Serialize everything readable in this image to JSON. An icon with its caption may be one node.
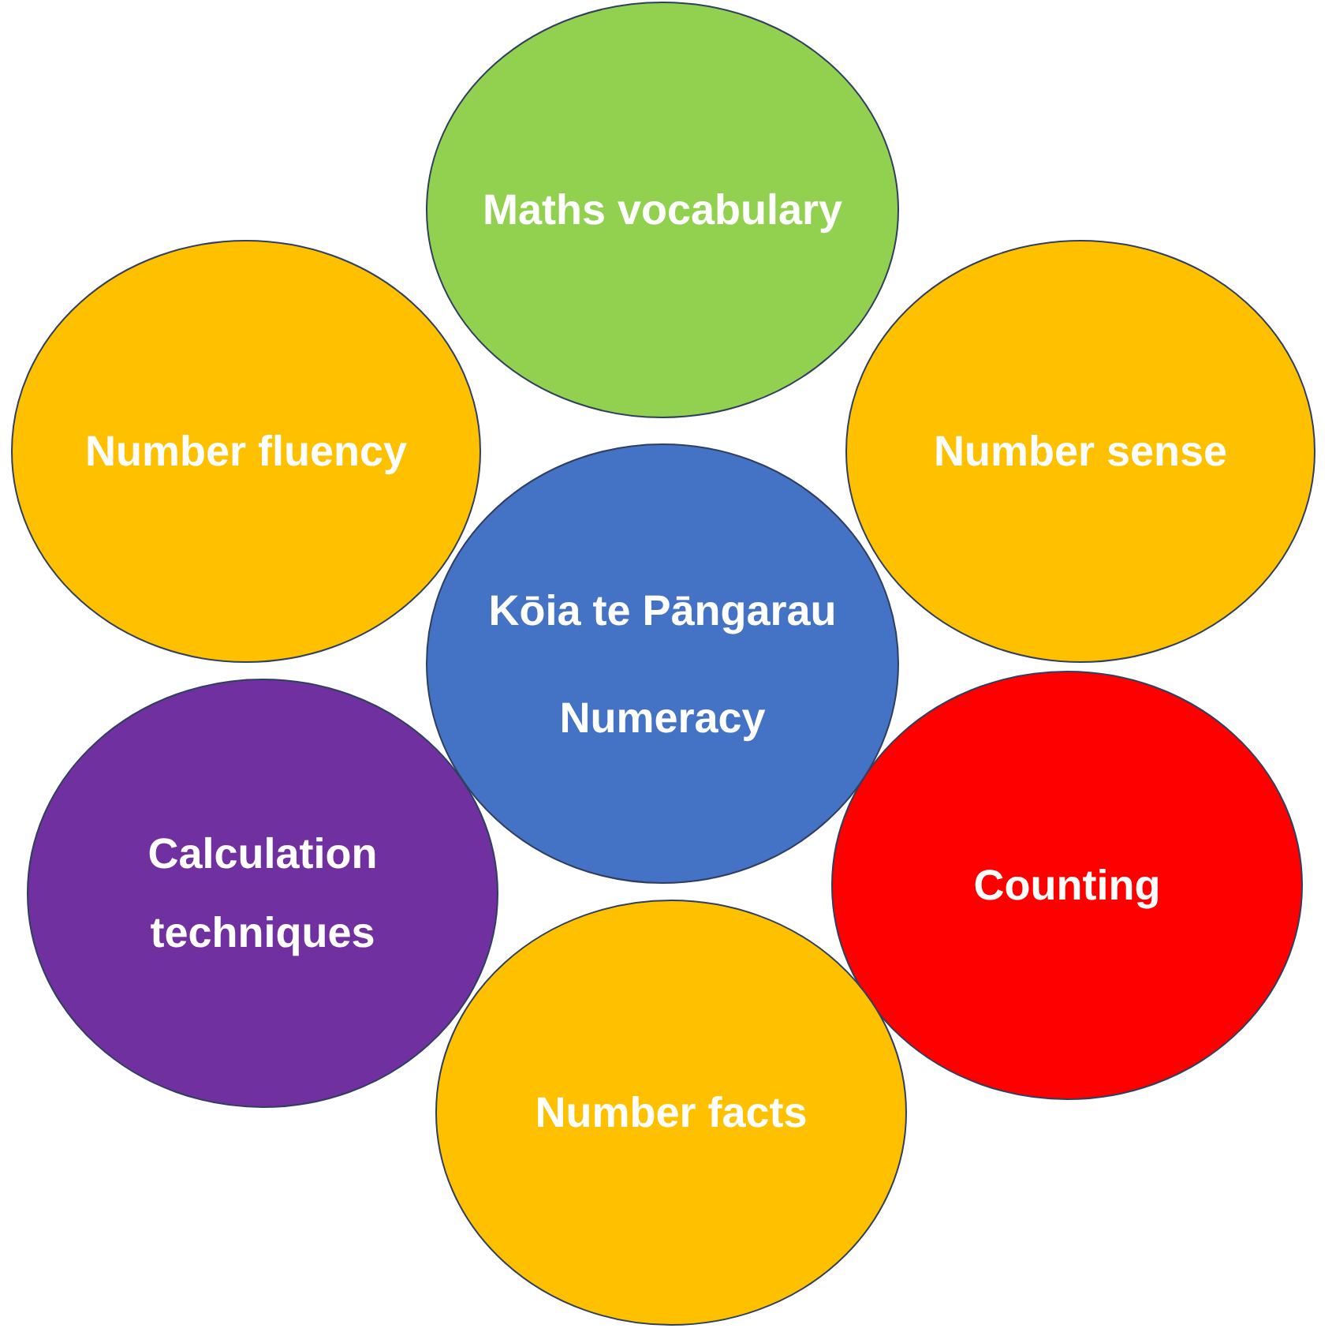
{
  "diagram": {
    "nodes": [
      {
        "text": [
          "Maths vocabulary"
        ]
      },
      {
        "text": [
          "Number fluency"
        ]
      },
      {
        "text": [
          "Number sense"
        ]
      },
      {
        "text": [
          "Kōia te Pāngarau",
          "Numeracy"
        ]
      },
      {
        "text": [
          "Calculation techniques"
        ]
      },
      {
        "text": [
          "Counting"
        ]
      },
      {
        "text": [
          "Number facts"
        ]
      }
    ]
  }
}
